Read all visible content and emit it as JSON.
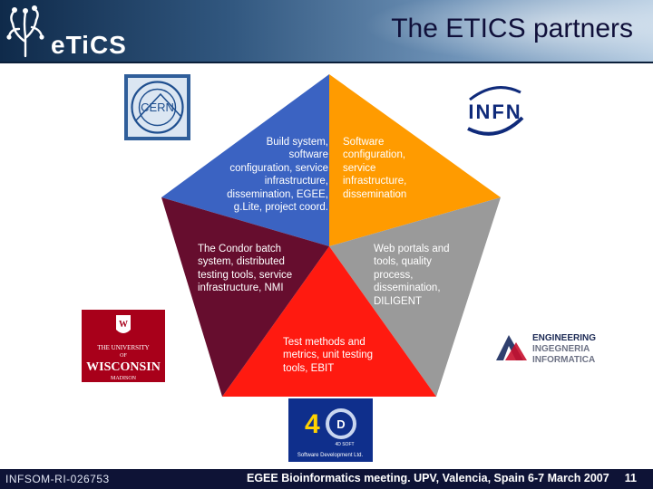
{
  "slide": {
    "title": "The ETICS partners",
    "logo_text": "eTiCS"
  },
  "segments": {
    "cern": "Build system, software configuration, service infrastructure, dissemination, EGEE, g.Lite, project coord.",
    "infn": "Software configuration, service infrastructure, dissemination",
    "engineering": "Web portals and tools, quality process, dissemination, DILIGENT",
    "foursoft": "Test methods and metrics, unit testing tools, EBIT",
    "wisconsin": "The Condor batch system, distributed testing tools, service infrastructure, NMI"
  },
  "segment_lines": {
    "cern": [
      "Build system,",
      "software",
      "configuration, service",
      "infrastructure,",
      "dissemination, EGEE,",
      "g.Lite, project coord."
    ],
    "infn": [
      "Software",
      "configuration,",
      "service",
      "infrastructure,",
      "dissemination"
    ],
    "engineering": [
      "Web portals and",
      "tools, quality",
      "process,",
      "dissemination,",
      "DILIGENT"
    ],
    "foursoft": [
      "Test methods and",
      "metrics, unit testing",
      "tools, EBIT"
    ],
    "wisconsin": [
      "The Condor batch",
      "system, distributed",
      "testing tools, service",
      "infrastructure, NMI"
    ]
  },
  "partners": {
    "cern": "CERN",
    "infn": "INFN",
    "wisconsin_line1": "THE UNIVERSITY",
    "wisconsin_line2": "OF",
    "wisconsin_line3": "WISCONSIN",
    "wisconsin_line4": "MADISON",
    "engineering_line1": "ENGINEERING",
    "engineering_line2": "INGEGNERIA",
    "engineering_line3": "INFORMATICA",
    "foursoft_name": "4D SOFT",
    "foursoft_tag": "Software Development Ltd."
  },
  "colors": {
    "cern_segment": "#3b63c2",
    "infn_segment": "#ff9b00",
    "engineering_segment": "#9a9a9a",
    "foursoft_segment": "#ff1a10",
    "wisconsin_segment": "#660d2e"
  },
  "footer": {
    "left": "INFSOM-RI-026753",
    "center": "EGEE Bioinformatics meeting. UPV, Valencia, Spain 6-7 March 2007",
    "page": "11"
  }
}
